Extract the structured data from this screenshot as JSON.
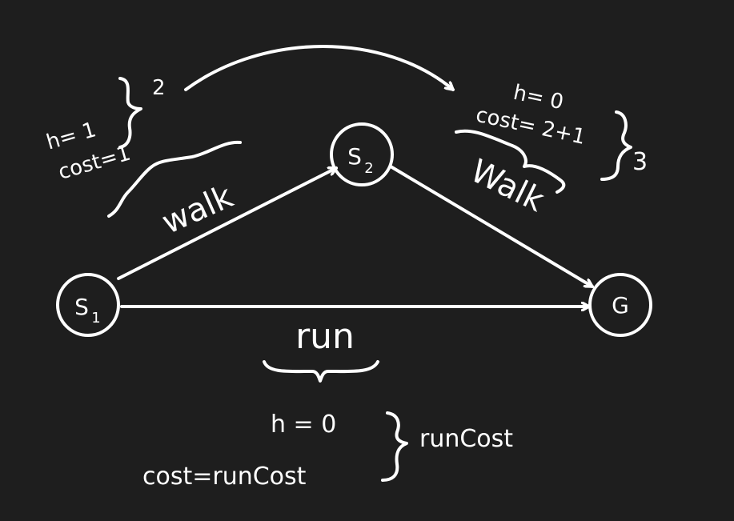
{
  "colors": {
    "background": "#1e1e1e",
    "ink": "#ffffff"
  },
  "nodes": {
    "s1": {
      "label": "S",
      "sub": "1"
    },
    "s2": {
      "label": "S",
      "sub": "2"
    },
    "goal": {
      "label": "G"
    }
  },
  "edges": {
    "s1_s2": "walk",
    "s2_goal": "Walk",
    "s1_goal": "run"
  },
  "annotations": {
    "s1_top": {
      "h": "h= 1",
      "cost": "cost=1",
      "total": "2"
    },
    "s2_right": {
      "h": "h= 0",
      "cost": "cost= 2+1",
      "total": "3"
    },
    "run_bottom": {
      "h": "h = 0",
      "cost": "cost=runCost",
      "total": "runCost"
    }
  }
}
